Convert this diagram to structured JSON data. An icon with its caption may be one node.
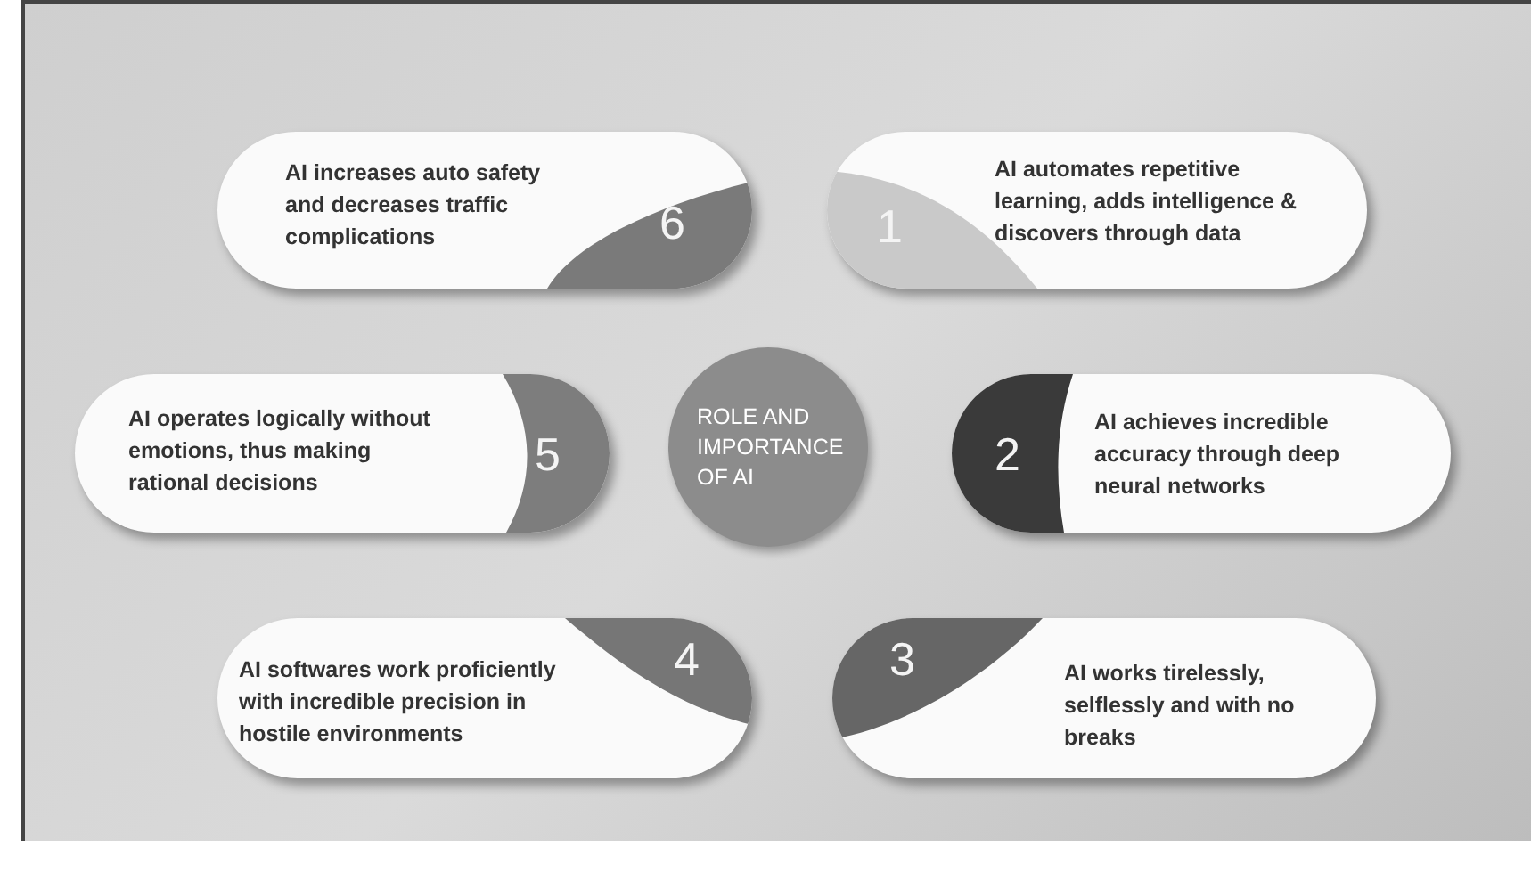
{
  "diagram": {
    "nodes": [
      {
        "text": [
          "AI increases auto safety and decreases traffic complications",
          "6"
        ]
      },
      {
        "text": [
          "1",
          "AI automates repetitive learning, adds intelligence & discovers through data"
        ]
      },
      {
        "text": [
          "AI operates logically without emotions, thus making rational decisions",
          "5"
        ]
      },
      {
        "text": [
          "ROLE AND IMPORTANCE OF AI"
        ]
      },
      {
        "text": [
          "2",
          "AI achieves incredible accuracy through deep neural networks"
        ]
      },
      {
        "text": [
          "AI softwares work proficiently with incredible precision in hostile environments",
          "4"
        ]
      },
      {
        "text": [
          "3",
          "AI works tirelessly, selflessly and with no breaks"
        ]
      }
    ],
    "edges": []
  }
}
